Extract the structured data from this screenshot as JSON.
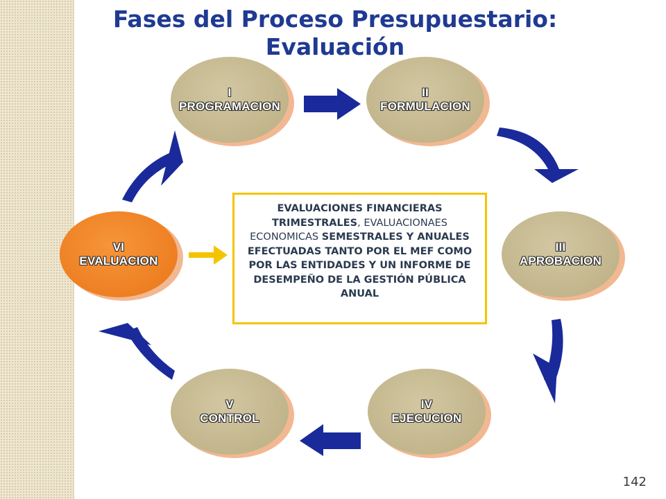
{
  "title": "Fases del Proceso Presupuestario: Evaluación",
  "phases": [
    {
      "num": "I",
      "name": "PROGRAMACION",
      "state": "normal"
    },
    {
      "num": "II",
      "name": "FORMULACION",
      "state": "normal"
    },
    {
      "num": "III",
      "name": "APROBACION",
      "state": "normal"
    },
    {
      "num": "IV",
      "name": "EJECUCION",
      "state": "normal"
    },
    {
      "num": "V",
      "name": "CONTROL",
      "state": "normal"
    },
    {
      "num": "VI",
      "name": "EVALUACION",
      "state": "active"
    }
  ],
  "info_box": {
    "part1": "EVALUACIONES FINANCIERAS TRIMESTRALES",
    "part2": ", EVALUACIONAES ECONOMICAS ",
    "part3": "SEMESTRALES Y ANUALES EFECTUADAS TANTO POR EL MEF COMO POR LAS ENTIDADES Y UN INFORME DE DESEMPEÑO DE LA GESTIÓN PÚBLICA ANUAL"
  },
  "page_number": "142",
  "colors": {
    "title": "#1f3a93",
    "phase_fill": "#c2b58c",
    "phase_shadow": "#f1b892",
    "active_fill": "#ee7f22",
    "arrow": "#1a2a9a",
    "pointer_arrow": "#f5c400",
    "box_border": "#f5c400"
  }
}
